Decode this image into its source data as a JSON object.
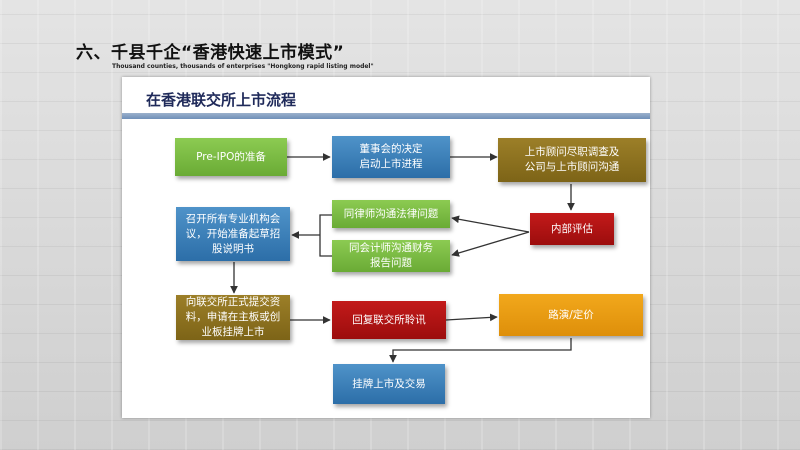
{
  "slide": {
    "title": "六、千县千企“香港快速上市模式”",
    "subtitle": "Thousand counties, thousands of enterprises \"Hongkong rapid listing model\""
  },
  "panel": {
    "title": "在香港联交所上市流程"
  },
  "nodes": {
    "pre_ipo": "Pre-IPO的准备",
    "board_decision": "董事会的决定\n启动上市进程",
    "sponsor": "上市顾问尽职调查及\n公司与上市顾问沟通",
    "internal_review": "内部评估",
    "lawyer": "同律师沟通法律问题",
    "accountant": "同会计师沟通财务\n报告问题",
    "convene": "召开所有专业机构会\n议，开始准备起草招\n股说明书",
    "submit": "向联交所正式提交资\n料，申请在主板或创\n业板挂牌上市",
    "hearing": "回复联交所聆讯",
    "roadshow": "路演/定价",
    "listing": "挂牌上市及交易"
  },
  "colors": {
    "green": "#7cbd45",
    "blue": "#3b80bb",
    "red": "#b01414",
    "olive": "#8d7220",
    "gold": "#eb9c12",
    "panel_title": "#1f2a5a"
  }
}
